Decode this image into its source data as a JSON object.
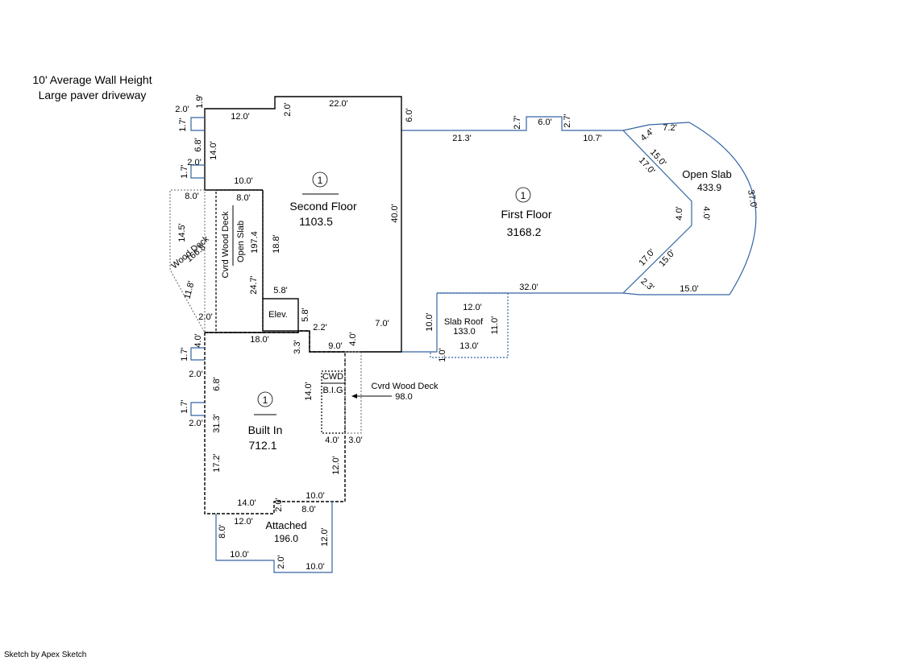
{
  "notes": {
    "line1": "10' Average Wall Height",
    "line2": "Large paver driveway"
  },
  "credit": "Sketch by Apex Sketch",
  "colors": {
    "blue": "#3465a4",
    "black": "#000000",
    "gray": "#666666"
  },
  "areas": {
    "second_floor": {
      "marker": "1",
      "name": "Second Floor",
      "value": "1103.5"
    },
    "first_floor": {
      "marker": "1",
      "name": "First Floor",
      "value": "3168.2"
    },
    "built_in": {
      "marker": "1",
      "name": "Built In",
      "value": "712.1"
    },
    "open_slab_right": {
      "name": "Open Slab",
      "value": "433.9"
    },
    "attached": {
      "name": "Attached",
      "value": "196.0"
    },
    "slab_roof": {
      "name": "Slab Roof",
      "value": "133.0"
    },
    "cvrd_wood_deck_left": {
      "name": "Cvrd Wood Deck",
      "sub": "Open Slab",
      "value": "197.4"
    },
    "wood_deck": {
      "name": "Wood Deck",
      "value": "166.8"
    },
    "elev": {
      "name": "Elev."
    },
    "cwd": {
      "line1": "CWD",
      "line2": "B.I.G"
    },
    "cvrd_wood_deck_callout": {
      "name": "Cvrd Wood Deck",
      "value": "98.0"
    }
  },
  "dims": {
    "sf_top_left": "12.0'",
    "sf_notch": "2.0'",
    "sf_top": "22.0'",
    "sf_right_up": "6.0'",
    "sf_right": "40.0'",
    "sf_inner": "18.8'",
    "sf_24": "24.7'",
    "sf_elev_w": "5.8'",
    "sf_elev_h": "5.8'",
    "sf_22": "2.2'",
    "sf_7": "7.0'",
    "sf_4": "4.0'",
    "sf_9": "9.0'",
    "sf_33": "3.3'",
    "sf_18": "18.0'",
    "sf_left14": "14.0'",
    "sf_10": "10.0'",
    "lb_19": "1.9'",
    "lb_20a": "2.0'",
    "lb_17a": "1.7'",
    "lb_68": "6.8'",
    "lb_20b": "2.0'",
    "lb_17b": "1.7'",
    "cwd_80": "8.0'",
    "wd_80": "8.0'",
    "wd_145": "14.5'",
    "wd_118": "11.8'",
    "wd_20": "2.0'",
    "ff_213": "21.3'",
    "ff_27a": "2.7'",
    "ff_60": "6.0'",
    "ff_27b": "2.7'",
    "ff_107": "10.7'",
    "ff_170a": "17.0'",
    "ff_40": "4.0'",
    "ff_170b": "17.0'",
    "ff_320": "32.0'",
    "os_44": "4.4'",
    "os_72": "7.2'",
    "os_150a": "15.0'",
    "os_40": "4.0'",
    "os_150b": "15.0'",
    "os_23": "2.3'",
    "os_150c": "15.0'",
    "os_370": "37.0'",
    "sr_120": "12.0'",
    "sr_100": "10.0'",
    "sr_110": "11.0'",
    "sr_10": "1.0'",
    "sr_130": "13.0'",
    "bi_40": "4.0'",
    "bi_17a": "1.7'",
    "bi_20a": "2.0'",
    "bi_68": "6.8'",
    "bi_17b": "1.7'",
    "bi_20b": "2.0'",
    "bi_313": "31.3'",
    "bi_172": "17.2'",
    "bi_140l": "14.0'",
    "bi_140": "14.0'",
    "bi_40b": "4.0'",
    "bi_30": "3.0'",
    "bi_120": "12.0'",
    "bi_100": "10.0'",
    "bi_140b": "14.0'",
    "bi_20c": "2.0'",
    "at_80": "8.0'",
    "at_120": "12.0'",
    "at_80b": "8.0'",
    "at_120r": "12.0'",
    "at_100": "10.0'",
    "at_20": "2.0'",
    "at_100b": "10.0'"
  }
}
